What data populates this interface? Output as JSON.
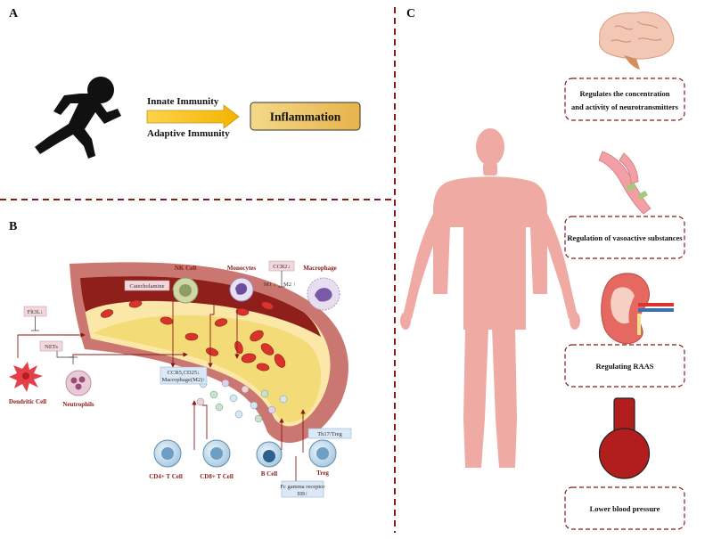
{
  "panels": {
    "a": "A",
    "b": "B",
    "c": "C"
  },
  "panel_a": {
    "innate": "Innate Immunity",
    "adaptive": "Adaptive Immunity",
    "outcome": "Inflammation"
  },
  "panel_b": {
    "nk_cell": "NK Cell",
    "monocytes": "Monocytes",
    "macrophage": "Macrophage",
    "catecholamine": "Catecholamine",
    "ccr2": "CCR2↓",
    "m1": "M1 ↓",
    "m2": "M2 ↑",
    "flt3l": "Flt3L↓",
    "nets": "NETs",
    "dendritic_cell": "Dendritic Cell",
    "neutrophils": "Neutrophils",
    "ccr5_cd25": "CCR5,CD25↓",
    "macrophage_m2": "Macrophage(M2)↑",
    "cd4_t_cell": "CD4+ T Cell",
    "cd8_t_cell": "CD8+ T Cell",
    "b_cell": "B Cell",
    "treg": "Treg",
    "th17_treg": "Th17/Treg",
    "fc_line1": "Fc gamma receptor",
    "fc_line2": "IIB↑"
  },
  "panel_c": {
    "box1_line1": "Regulates the concentration",
    "box1_line2": "and activity of neurotransmitters",
    "box2": "Regulation of vasoactive substances",
    "box3": "Regulating RAAS",
    "box4": "Lower blood pressure"
  },
  "colors": {
    "divider": "#8b1a1a",
    "label_red": "#8b1a1a",
    "vessel_outer": "#c97770",
    "plaque": "#f3dc78",
    "arrow_gold": "#f4c300",
    "body": "#eeaaa3",
    "thermometer": "#b21e1e"
  }
}
